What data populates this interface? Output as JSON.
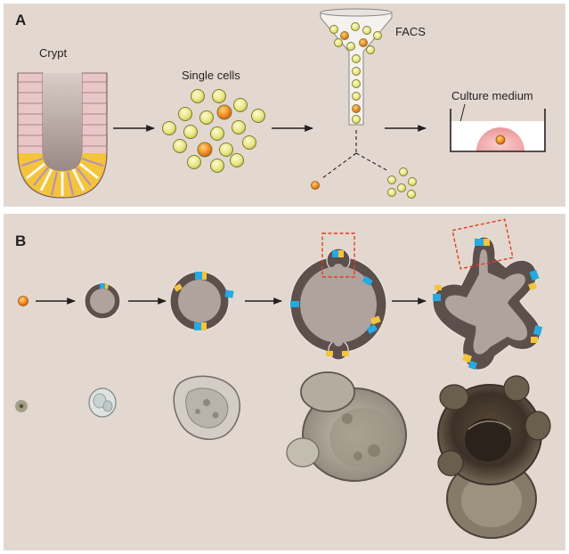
{
  "panel_a": {
    "letter": "A",
    "crypt_label": "Crypt",
    "single_cells_label": "Single cells",
    "facs_label": "FACS",
    "culture_label": "Culture medium"
  },
  "panel_b": {
    "letter": "B"
  },
  "colors": {
    "panel_bg": "#e3d8cf",
    "cell_yellow": "#ecea8c",
    "cell_orange": "#f08a1f",
    "epithelium_dark": "#5d4f4b",
    "lumen": "#b0a39e",
    "stem_blue": "#27a9e1",
    "paneth_yellow": "#f4c43c",
    "crypt_pink": "#e9c7c7",
    "dish_pink": "#f2a9aa",
    "frame_red": "#e63a27"
  }
}
